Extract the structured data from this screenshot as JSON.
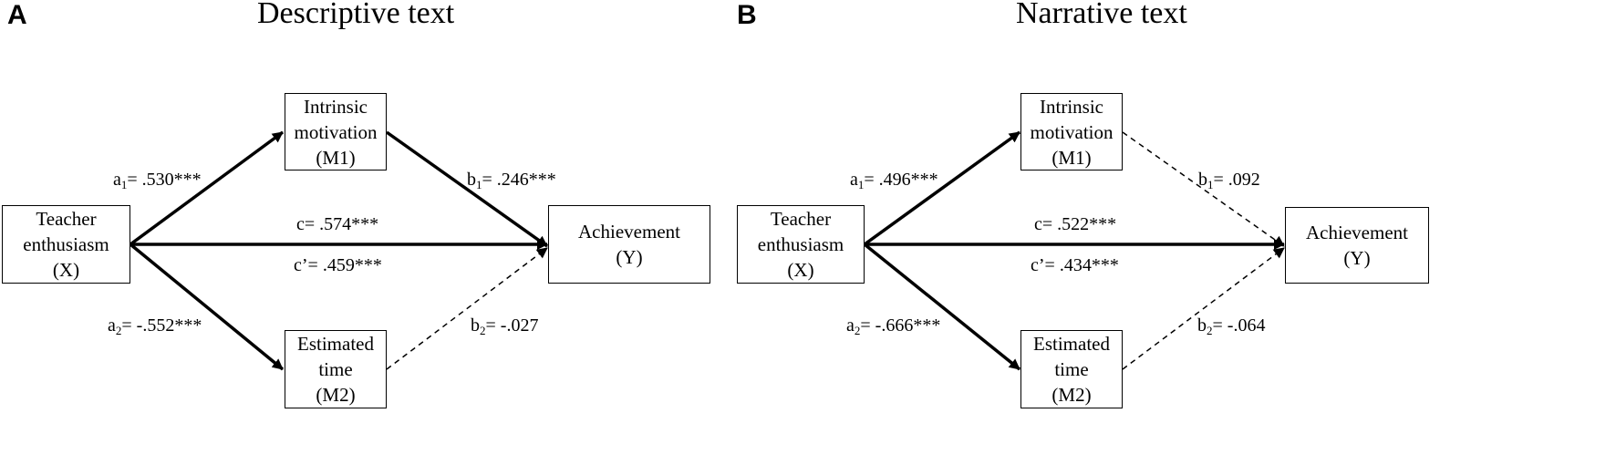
{
  "panels": [
    {
      "letter": "A",
      "title": "Descriptive text",
      "nodes": {
        "x": [
          "Teacher",
          "enthusiasm",
          "(X)"
        ],
        "m1": [
          "Intrinsic",
          "motivation",
          "(M1)"
        ],
        "m2": [
          "Estimated",
          "time",
          "(M2)"
        ],
        "y": [
          "Achievement",
          "(Y)"
        ]
      },
      "paths": {
        "a1": {
          "letter": "a",
          "sub": "1",
          "value": "= .530***",
          "significant": true
        },
        "b1": {
          "letter": "b",
          "sub": "1",
          "value": "= .246***",
          "significant": true
        },
        "c": {
          "text": "c= .574***"
        },
        "c_prime": {
          "text": "c’= .459***"
        },
        "a2": {
          "letter": "a",
          "sub": "2",
          "value": "= -.552***",
          "significant": true
        },
        "b2": {
          "letter": "b",
          "sub": "2",
          "value": "= -.027",
          "significant": false
        }
      }
    },
    {
      "letter": "B",
      "title": "Narrative text",
      "nodes": {
        "x": [
          "Teacher",
          "enthusiasm",
          "(X)"
        ],
        "m1": [
          "Intrinsic",
          "motivation",
          "(M1)"
        ],
        "m2": [
          "Estimated",
          "time",
          "(M2)"
        ],
        "y": [
          "Achievement",
          "(Y)"
        ]
      },
      "paths": {
        "a1": {
          "letter": "a",
          "sub": "1",
          "value": "= .496***",
          "significant": true
        },
        "b1": {
          "letter": "b",
          "sub": "1",
          "value": "= .092",
          "significant": false
        },
        "c": {
          "text": "c= .522***"
        },
        "c_prime": {
          "text": "c’= .434***"
        },
        "a2": {
          "letter": "a",
          "sub": "2",
          "value": "= -.666***",
          "significant": true
        },
        "b2": {
          "letter": "b",
          "sub": "2",
          "value": "= -.064",
          "significant": false
        }
      }
    }
  ]
}
